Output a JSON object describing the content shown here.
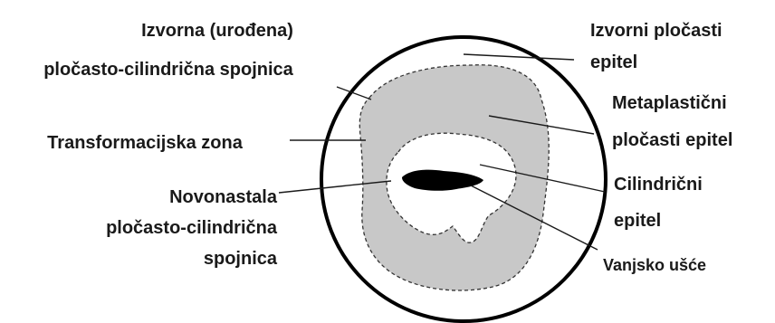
{
  "labels": {
    "original_scj_line1": "Izvorna (urođena)",
    "original_scj_line2": "pločasto-cilindrična spojnica",
    "transformation_zone": "Transformacijska zona",
    "new_scj_line1": "Novonastala",
    "new_scj_line2": "pločasto-cilindrična",
    "new_scj_line3": "spojnica",
    "original_squamous_line1": "Izvorni pločasti",
    "original_squamous_line2": "epitel",
    "metaplastic_line1": "Metaplastični",
    "metaplastic_line2": "pločasti epitel",
    "columnar_line1": "Cilindrični",
    "columnar_line2": "epitel",
    "external_os": "Vanjsko ušće"
  },
  "colors": {
    "outline": "#000000",
    "transformation_zone_fill": "#c8c8c8",
    "background": "#ffffff",
    "text": "#1a1a1a"
  }
}
